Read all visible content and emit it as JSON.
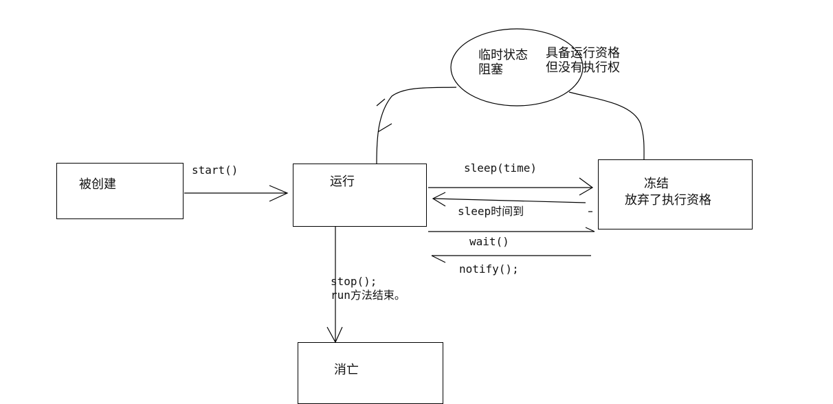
{
  "nodes": {
    "created": "被创建",
    "running": "运行",
    "frozen_title": "冻结",
    "frozen_desc": "放弃了执行资格",
    "dead": "消亡",
    "blocked_line1": "临时状态",
    "blocked_line2": "阻塞",
    "blocked_note1": "具备运行资格",
    "blocked_note2": "但没有执行权"
  },
  "edges": {
    "start": "start()",
    "sleep": "sleep(time)",
    "sleep_end": "sleep时间到",
    "wait": "wait()",
    "notify": "notify();",
    "stop_line1": "stop();",
    "stop_line2": "run方法结束。"
  }
}
